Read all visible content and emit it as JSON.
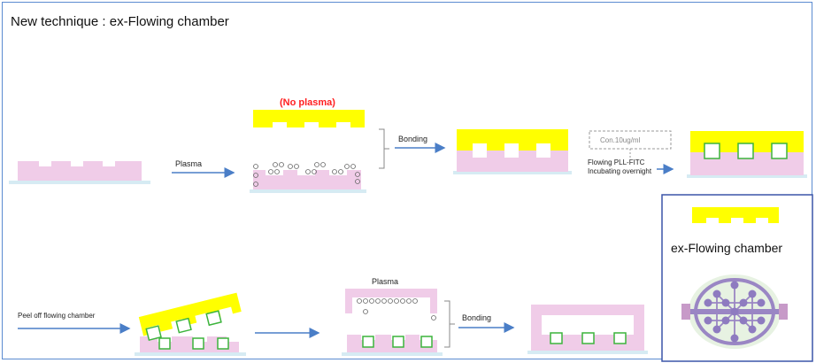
{
  "title": "New technique : ex-Flowing chamber",
  "labels": {
    "no_plasma": "(No plasma)",
    "plasma_1": "Plasma",
    "bonding_1": "Bonding",
    "concentration": "Con.10ug/ml",
    "flowing_line1": "Flowing PLL-FITC",
    "flowing_line2": "Incubating overnight",
    "peel_off": "Peel off flowing chamber",
    "plasma_2": "Plasma",
    "bonding_2": "Bonding",
    "inset_title": "ex-Flowing chamber"
  },
  "colors": {
    "pdms_yellow": "#ffff00",
    "substrate_pink": "#f0cce8",
    "glass_base": "#d6ebf3",
    "arrow_blue": "#4a7ec7",
    "frame_blue": "#5b8bd0",
    "inset_border": "#3b55a8",
    "green_coating": "#3cb43c",
    "no_plasma_red": "#ff2020",
    "device_purple": "#9a86c4"
  }
}
